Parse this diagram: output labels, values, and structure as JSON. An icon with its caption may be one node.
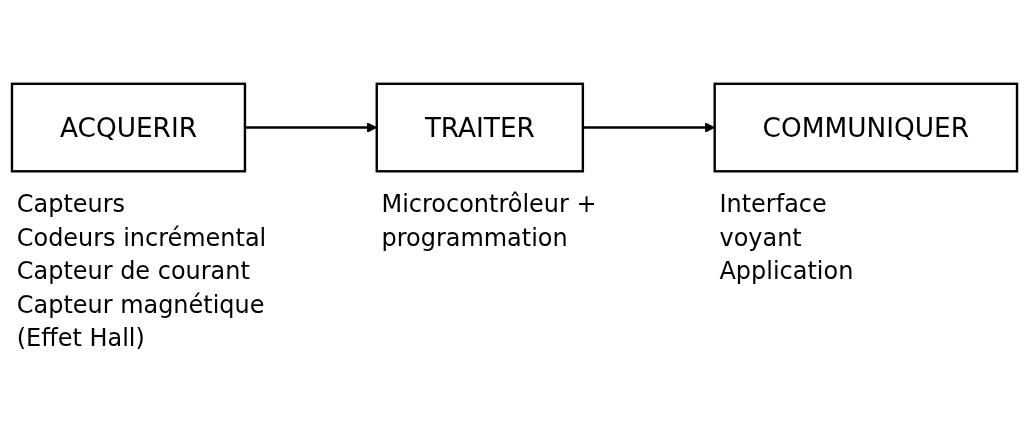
{
  "diagram": {
    "nodes": [
      {
        "text": [
          "ACQUERIR"
        ],
        "beside": [
          "Capteurs",
          "Codeurs incrémental",
          "Capteur de courant",
          "Capteur magnétique (Effet Hall)"
        ]
      },
      {
        "text": [
          "TRAITER"
        ],
        "beside": [
          "Microcontrôleur + programmation"
        ]
      },
      {
        "text": [
          "COMMUNIQUER"
        ],
        "beside": [
          "Interface",
          "voyant",
          "Application"
        ]
      }
    ],
    "edges": [
      {
        "from": 0,
        "to": 1,
        "arrow": "to"
      },
      {
        "from": 1,
        "to": 2,
        "arrow": "to"
      }
    ]
  }
}
